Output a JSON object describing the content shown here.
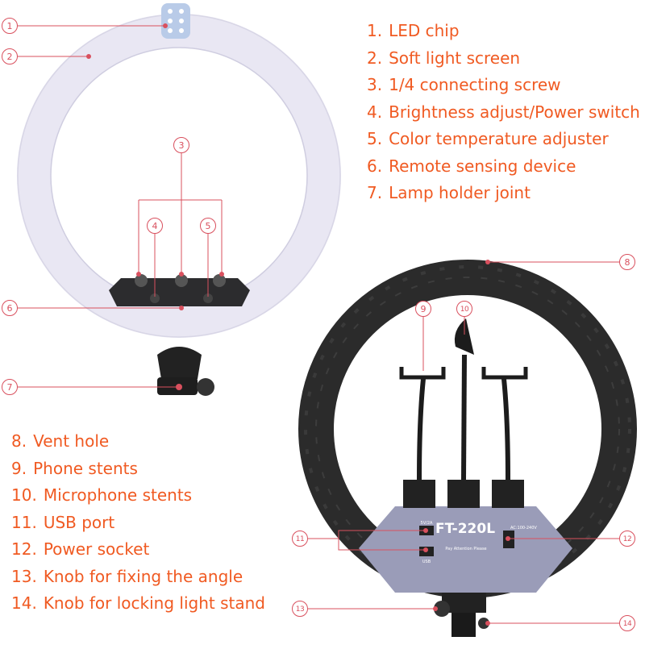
{
  "legend_top": [
    {
      "num": "1.",
      "label": "LED chip"
    },
    {
      "num": "2.",
      "label": "Soft light screen"
    },
    {
      "num": "3.",
      "label": "1/4 connecting screw"
    },
    {
      "num": "4.",
      "label": "Brightness adjust/Power switch"
    },
    {
      "num": "5.",
      "label": "Color temperature adjuster"
    },
    {
      "num": "6.",
      "label": "Remote sensing device"
    },
    {
      "num": "7.",
      "label": "Lamp holder joint"
    }
  ],
  "legend_bottom": [
    {
      "num": "8.",
      "label": "Vent hole"
    },
    {
      "num": "9.",
      "label": "Phone stents"
    },
    {
      "num": "10.",
      "label": "Microphone stents"
    },
    {
      "num": "11.",
      "label": "USB port"
    },
    {
      "num": "12.",
      "label": "Power socket"
    },
    {
      "num": "13.",
      "label": "Knob for fixing the angle"
    },
    {
      "num": "14.",
      "label": "Knob for locking light stand"
    }
  ],
  "callouts": [
    "1",
    "2",
    "3",
    "4",
    "5",
    "6",
    "7",
    "8",
    "9",
    "10",
    "11",
    "12",
    "13",
    "14"
  ],
  "panel": {
    "model": "FT-220L",
    "voltage": "AC:100-240V",
    "usb_spec": "5V/2A",
    "usb_label": "USB",
    "warning": "Pay Attention Please"
  },
  "colors": {
    "legend_text": "#f05a22",
    "callout": "#d9505e",
    "ring_front": "#eceaf5",
    "ring_back": "#2a2a2a",
    "panel": "#9a9cb8"
  }
}
